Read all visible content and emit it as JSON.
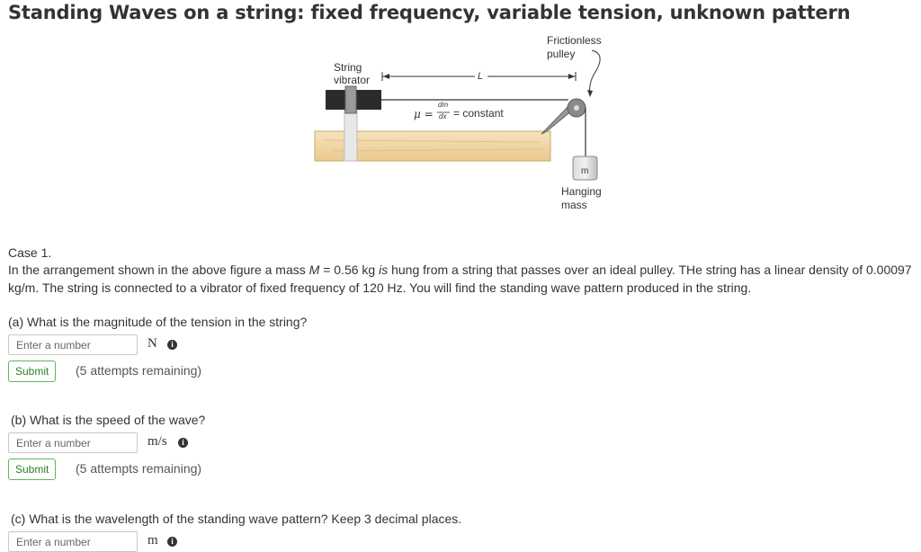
{
  "page": {
    "title": "Standing Waves on a string: fixed frequency, variable tension, unknown pattern"
  },
  "figure": {
    "pulley_label_line1": "Frictionless",
    "pulley_label_line2": "pulley",
    "vibrator_label_line1": "String",
    "vibrator_label_line2": "vibrator",
    "length_label": "L",
    "mu_symbol": "μ =",
    "dm": "dm",
    "dx": "dx",
    "constant": "= constant",
    "mass_label": "m",
    "hanging_line1": "Hanging",
    "hanging_line2": "mass"
  },
  "case": {
    "label": "Case 1.",
    "text_part1": "In the arrangement shown in the above figure a mass ",
    "mass_symbol": "M",
    "text_part2": " = 0.56 kg ",
    "is_word": "is",
    "text_part3": " hung from a string that passes over an ideal pulley. THe string has a linear density of 0.00097 kg/m. The string is connected to a vibrator of fixed frequency of 120 Hz. You will find the standing wave pattern produced in the string."
  },
  "questions": [
    {
      "prompt": "(a) What is the magnitude of the tension in the string?",
      "placeholder": "Enter a number",
      "unit": "N",
      "submit_label": "Submit",
      "attempts": "(5 attempts remaining)"
    },
    {
      "prompt": "(b) What is the speed of the wave?",
      "placeholder": "Enter a number",
      "unit": "m/s",
      "submit_label": "Submit",
      "attempts": "(5 attempts remaining)"
    },
    {
      "prompt": "(c) What is the wavelength of the standing wave pattern? Keep 3 decimal places.",
      "placeholder": "Enter a number",
      "unit": "m"
    }
  ],
  "icons": {
    "info": "info-icon",
    "info_glyph": "i"
  },
  "colors": {
    "submit_border": "#5cb85c",
    "submit_text": "#2e7d32",
    "board": "#f3dcb0"
  }
}
